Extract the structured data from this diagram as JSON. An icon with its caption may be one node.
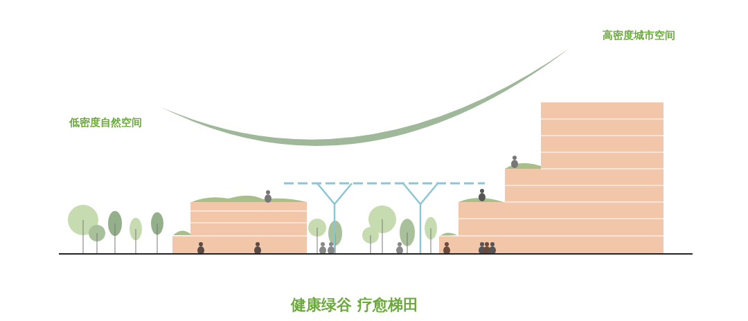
{
  "diagram": {
    "caption": "健康绿谷 疗愈梯田",
    "labels": [
      "高密度城市空间",
      "低密度自然空间"
    ]
  }
}
